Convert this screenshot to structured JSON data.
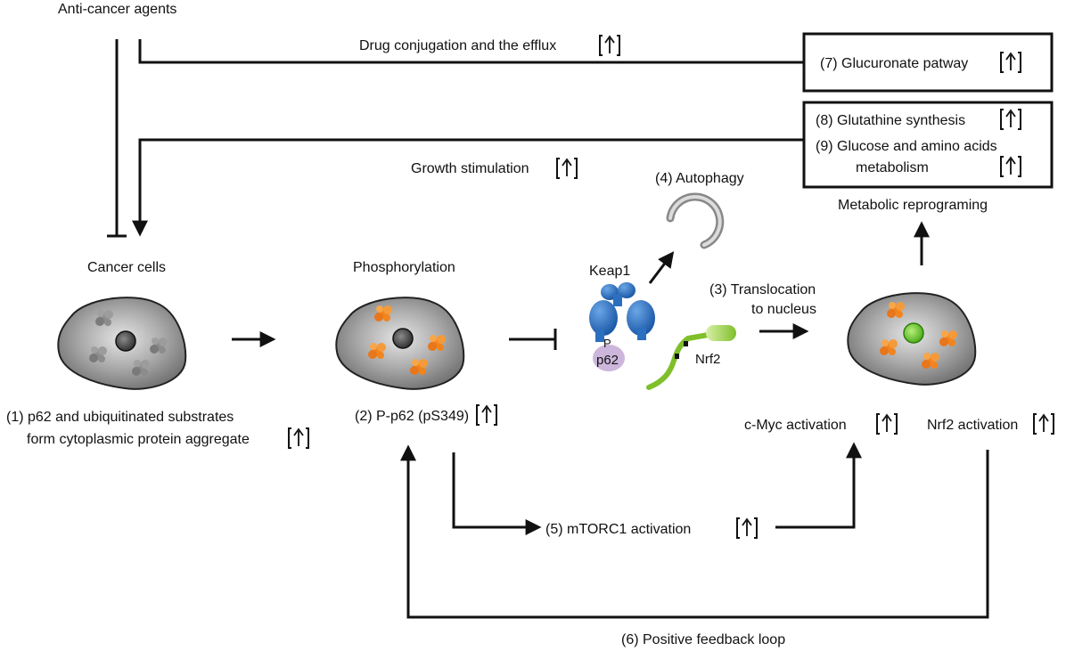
{
  "labels": {
    "anti_cancer": "Anti-cancer agents",
    "drug_conjugation": "Drug conjugation and the efflux",
    "growth_stimulation": "Growth stimulation",
    "glucuronate": "(7) Glucuronate patway",
    "glutathine": "(8) Glutathine synthesis",
    "glucose_line1": "(9) Glucose and amino acids",
    "glucose_line2": "metabolism",
    "metabolic": "Metabolic reprograming",
    "autophagy": "(4) Autophagy",
    "cancer_cells": "Cancer cells",
    "phosphorylation": "Phosphorylation",
    "keap1": "Keap1",
    "p_mark": "P",
    "p62": "p62",
    "nrf2": "Nrf2",
    "translocation_line1": "(3) Translocation",
    "translocation_line2": "to nucleus",
    "step1_line1": "(1) p62 and ubiquitinated substrates",
    "step1_line2": "form cytoplasmic protein  aggregate",
    "step2": "(2) P-p62 (pS349)",
    "cmyc": "c-Myc activation",
    "nrf2_activation": "Nrf2 activation",
    "mtorc1": "(5) mTORC1 activation",
    "feedback": "(6) Positive feedback loop"
  },
  "colors": {
    "line": "#111111",
    "cell_fill": "#9a9a9a",
    "aggregate_orange": "#f2841e",
    "aggregate_gray": "#8c8c8c",
    "keap1_blue": "#2b6fbf",
    "p62_lilac": "#cdb6dc",
    "nrf2_green": "#8fc43c",
    "nucleus_green": "#7cd23a"
  },
  "icons": {
    "up_indicator": "bracketed-up-arrow-icon",
    "autophagosome": "open-ring-icon"
  }
}
